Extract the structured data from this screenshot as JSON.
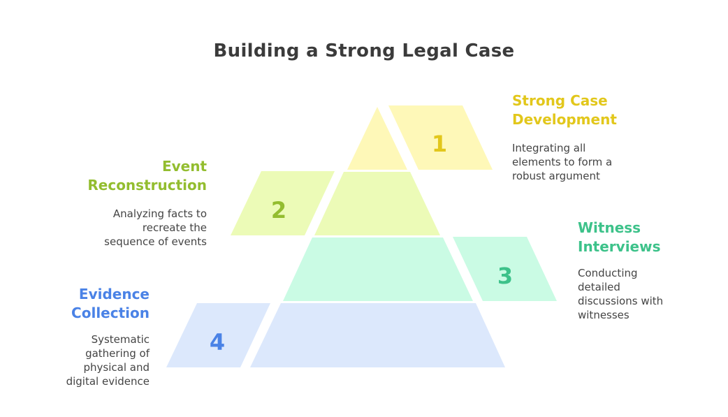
{
  "title": "Building a Strong Legal Case",
  "levels": [
    {
      "number": "1",
      "heading_lines": [
        "Strong Case",
        "Development"
      ],
      "description_lines": [
        "Integrating all",
        "elements to form a",
        "robust argument"
      ],
      "fill": "#fef8b8",
      "accent": "#e2c71b"
    },
    {
      "number": "2",
      "heading_lines": [
        "Event",
        "Reconstruction"
      ],
      "description_lines": [
        "Analyzing facts to",
        "recreate the",
        "sequence of events"
      ],
      "fill": "#ecfbb7",
      "accent": "#93bd2f"
    },
    {
      "number": "3",
      "heading_lines": [
        "Witness",
        "Interviews"
      ],
      "description_lines": [
        "Conducting",
        "detailed",
        "discussions with",
        "witnesses"
      ],
      "fill": "#cafbe4",
      "accent": "#3dc28a"
    },
    {
      "number": "4",
      "heading_lines": [
        "Evidence",
        "Collection"
      ],
      "description_lines": [
        "Systematic",
        "gathering of",
        "physical and",
        "digital evidence"
      ],
      "fill": "#dce8fc",
      "accent": "#4a82e6"
    }
  ]
}
